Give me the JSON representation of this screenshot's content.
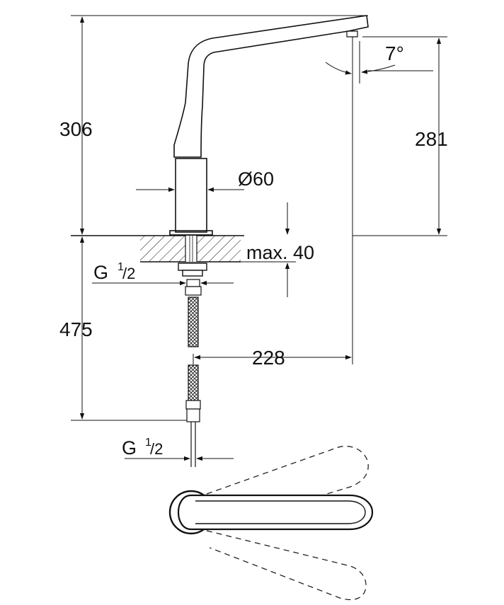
{
  "dimensions": {
    "total_height_above": "306",
    "spout_height": "281",
    "spout_angle": "7°",
    "body_diameter": "Ø60",
    "max_counter_thickness": "max. 40",
    "thread_g": "G",
    "thread_num": "1",
    "thread_den": "/2",
    "hose_length": "475",
    "spout_reach": "228",
    "thread_g_bottom": "G",
    "thread_num_bottom": "1",
    "thread_den_bottom": "/2"
  },
  "colors": {
    "line": "#111111",
    "background": "#ffffff"
  }
}
